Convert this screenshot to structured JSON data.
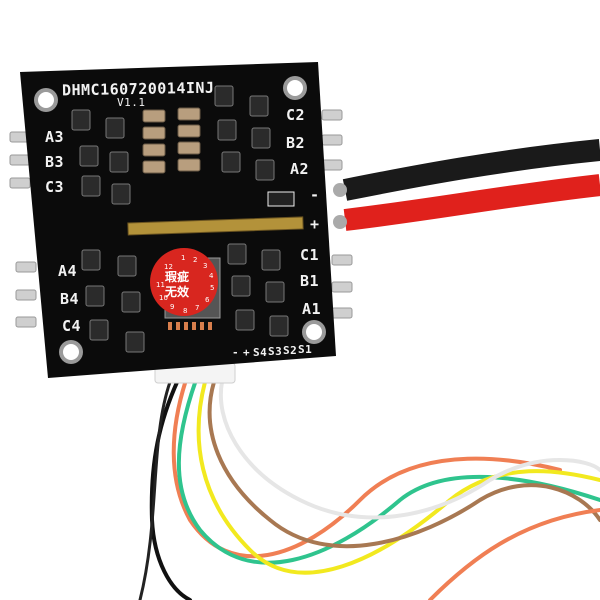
{
  "board": {
    "id_text": "DHMC160720014INJ",
    "version": "V1.1",
    "colors": {
      "pcb": "#0b0b0b",
      "silkscreen": "#f2f2f2",
      "pad": "#cfcfcf"
    }
  },
  "pad_labels": {
    "left_top": [
      "A3",
      "B3",
      "C3"
    ],
    "right_top": [
      "C2",
      "B2",
      "A2"
    ],
    "left_bottom": [
      "A4",
      "B4",
      "C4"
    ],
    "right_bottom": [
      "C1",
      "B1",
      "A1"
    ]
  },
  "power_labels": {
    "negative": "-",
    "positive": "+"
  },
  "signal_header": {
    "labels": [
      "-",
      "+",
      "S4",
      "S3",
      "S2",
      "S1"
    ]
  },
  "sticker": {
    "line1": "瑕疵",
    "line2": "无效",
    "numbers": [
      "1",
      "2",
      "3",
      "4",
      "5",
      "6",
      "7",
      "8",
      "9",
      "10",
      "11",
      "12"
    ],
    "color": "#d8261f"
  },
  "wires": {
    "power": [
      "#1a1a1a",
      "#e0211c"
    ],
    "signal": [
      "#111111",
      "#f07f54",
      "#2fc48e",
      "#f2e91f",
      "#a87852",
      "#e6e6e6"
    ]
  }
}
